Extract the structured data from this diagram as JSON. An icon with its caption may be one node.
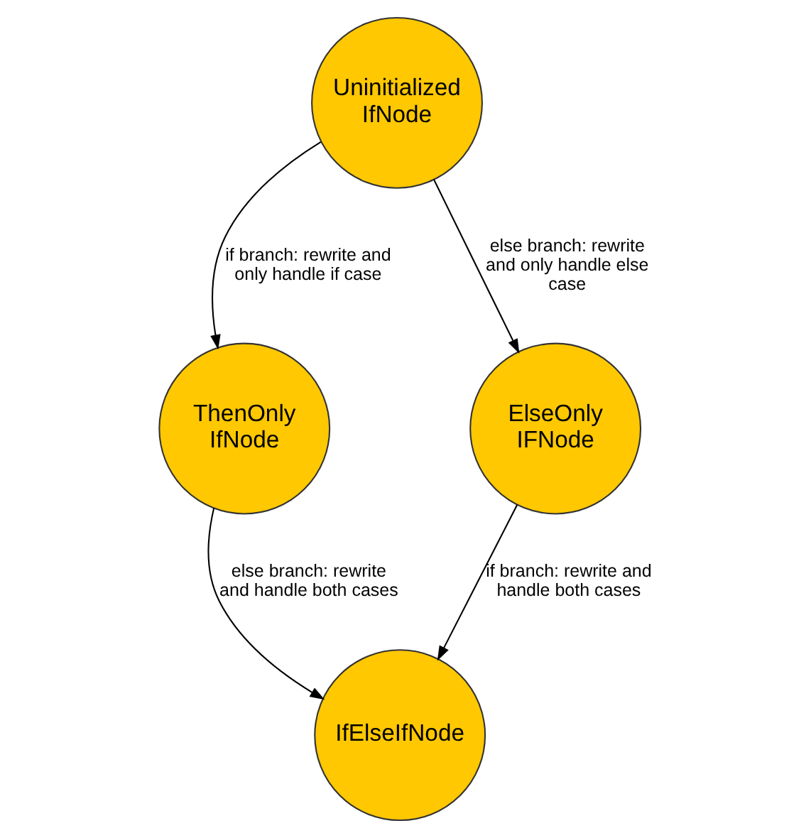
{
  "diagram": {
    "nodes": [
      {
        "text": [
          "Uninitialized IfNode"
        ]
      },
      {
        "text": [
          "ThenOnly IfNode"
        ]
      },
      {
        "text": [
          "ElseOnly IFNode"
        ]
      },
      {
        "text": [
          "IfElseIfNode"
        ]
      }
    ],
    "edges": [
      {
        "from": 0,
        "to": 1,
        "arrow": "to",
        "label": "if branch: rewrite and only handle if case"
      },
      {
        "from": 0,
        "to": 2,
        "arrow": "to",
        "label": "else branch: rewrite and only handle else case"
      },
      {
        "from": 1,
        "to": 3,
        "arrow": "to",
        "label": "else branch: rewrite and handle both cases"
      },
      {
        "from": 2,
        "to": 3,
        "arrow": "to",
        "label": "if branch: rewrite and handle both cases"
      }
    ]
  }
}
